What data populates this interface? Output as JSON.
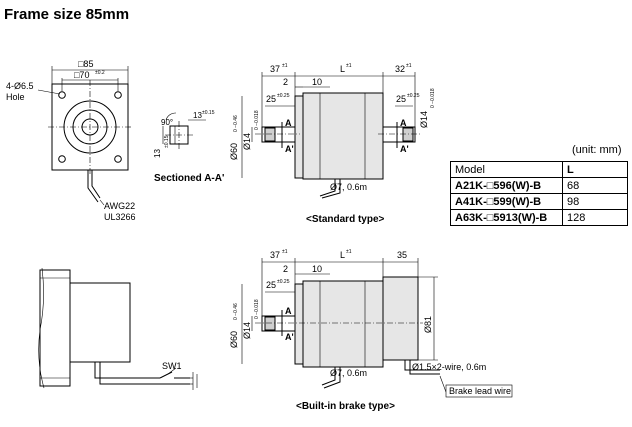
{
  "title": "Frame size 85mm",
  "front_view": {
    "dim_outer": "□85",
    "dim_inner": "□70",
    "dim_inner_tol": "±0.2",
    "hole_spec": "4-Ø6.5",
    "hole_word": "Hole",
    "cable_awg": "AWG22",
    "cable_std": "UL3266"
  },
  "section_aa": {
    "label": "Sectioned A-A'",
    "d90": "90°",
    "d13": "13",
    "d13_tol": "±0.15",
    "d13v": "13",
    "d13v_tol": "±0.15"
  },
  "standard": {
    "label": "<Standard type>",
    "d37": "37",
    "d37_tol": "±1",
    "dL": "L",
    "dL_tol": "±1",
    "d32": "32",
    "d32_tol": "±1",
    "d2": "2",
    "d10": "10",
    "d25": "25",
    "d25_tol": "±0.25",
    "d25r": "25",
    "d25r_tol": "±0.25",
    "d60": "Ø60",
    "d60_tol": "0 −0.46",
    "d14": "Ø14",
    "d14_tol": "0 −0.018",
    "d14r": "Ø14",
    "d14r_tol": "0 −0.018",
    "cable": "Ø7, 0.6m",
    "A": "A",
    "Ap": "A'"
  },
  "brake": {
    "label": "<Built-in brake type>",
    "d37": "37",
    "d37_tol": "±1",
    "dL": "L",
    "dL_tol": "±1",
    "d35": "35",
    "d2": "2",
    "d10": "10",
    "d25": "25",
    "d25_tol": "±0.25",
    "d60": "Ø60",
    "d60_tol": "0 −0.46",
    "d14": "Ø14",
    "d14_tol": "0 −0.018",
    "d81": "Ø81",
    "cable": "Ø7, 0.6m",
    "wire": "Ø1.5×2-wire, 0.6m",
    "brake_lead": "Brake lead wire",
    "A": "A",
    "Ap": "A'"
  },
  "side_view": {
    "switch": "SW1"
  },
  "table": {
    "unit": "(unit: mm)",
    "header_model": "Model",
    "header_L": "L",
    "rows": [
      {
        "model": "A21K-□596(W)-B",
        "L": "68"
      },
      {
        "model": "A41K-□599(W)-B",
        "L": "98"
      },
      {
        "model": "A63K-□5913(W)-B",
        "L": "128"
      }
    ]
  }
}
